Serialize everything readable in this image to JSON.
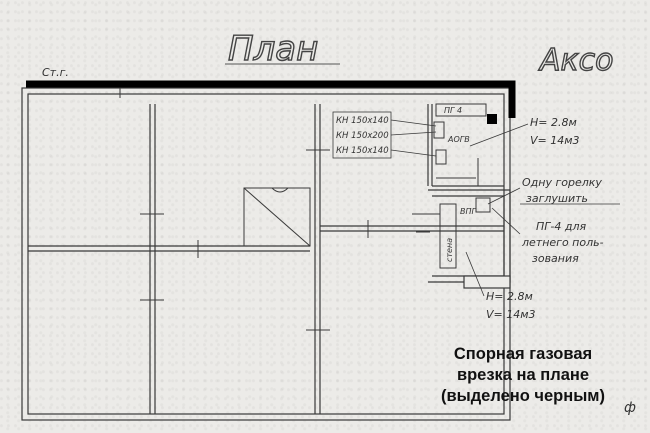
{
  "title_left": "План",
  "title_right": "Аксо",
  "gas_riser_label": "Ст.г.",
  "kitchen_upper": {
    "appliance_labels": [
      "КН 150х140",
      "КН 150х200",
      "КН 150х140"
    ],
    "stove_label": "ПГ 4",
    "heater_label": "АОГВ",
    "height": "Н= 2.8м",
    "volume": "V= 14м3"
  },
  "kitchen_lower": {
    "appliance_label": "ВПГ",
    "wall_label": "стена",
    "height": "Н= 2.8м",
    "volume": "V= 14м3"
  },
  "notes": {
    "burner_plug_line1": "Одну горелку",
    "burner_plug_line2": "заглушить",
    "summer_use_line1": "ПГ-4 для",
    "summer_use_line2": "летнего поль-",
    "summer_use_line3": "зования"
  },
  "caption": [
    "Спорная газовая",
    "врезка на плане",
    "(выделено черным)"
  ],
  "corner_mark": "ф",
  "colors": {
    "highlight_pipe": "#000000",
    "wall_lines": "#3a3a3a",
    "paper": "#ecebe8"
  }
}
